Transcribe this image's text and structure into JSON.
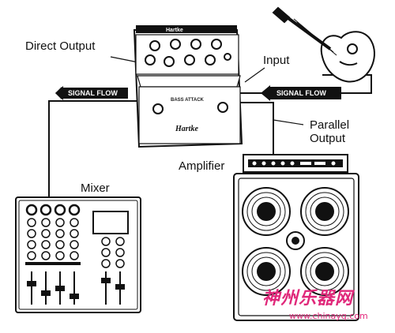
{
  "labels": {
    "direct_output": "Direct Output",
    "input": "Input",
    "parallel_output_line1": "Parallel",
    "parallel_output_line2": "Output",
    "amplifier": "Amplifier",
    "mixer": "Mixer"
  },
  "signal_flow": {
    "left": "SIGNAL FLOW",
    "right": "SIGNAL FLOW"
  },
  "pedal": {
    "brand": "Hartke",
    "model": "BASS ATTACK",
    "top_text": "Hartke"
  },
  "watermark": {
    "title": "神州乐器网",
    "url": "www.chinayq.com",
    "color": "#e0287a"
  }
}
